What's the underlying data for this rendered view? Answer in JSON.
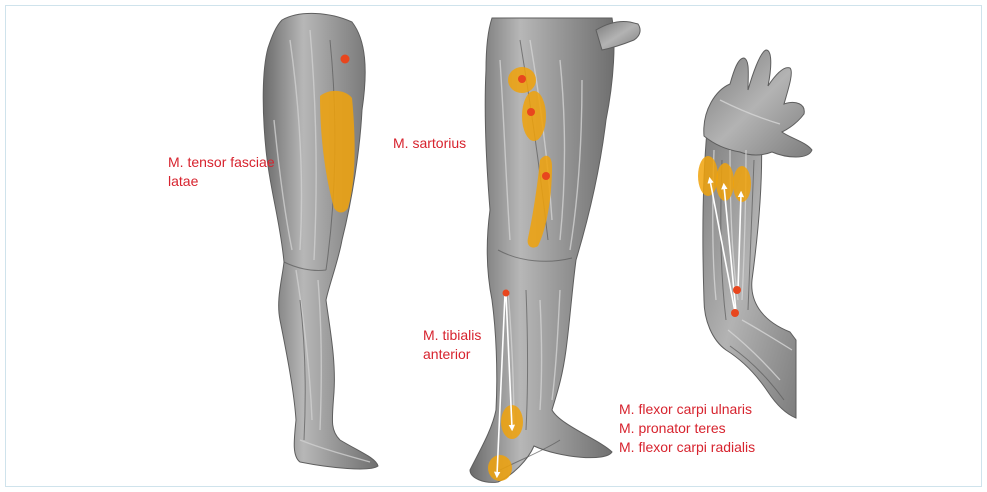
{
  "labels": {
    "tensor_fasciae_latae": [
      "M. tensor fasciae",
      "latae"
    ],
    "sartorius": [
      "M. sartorius"
    ],
    "tibialis_anterior": [
      "M. tibialis",
      "anterior"
    ],
    "forearm_muscles": [
      "M. flexor carpi ulnaris",
      "M. pronator teres",
      "M. flexor carpi radialis"
    ]
  },
  "colors": {
    "muscle_base": "#8f8f8f",
    "muscle_light": "#c4c4c4",
    "muscle_dark": "#5e5e5e",
    "highlight": "#f0a20a",
    "point": "#e8461e",
    "arrow": "#ffffff",
    "label": "#d7232e",
    "frame": "#cfe3ec"
  }
}
